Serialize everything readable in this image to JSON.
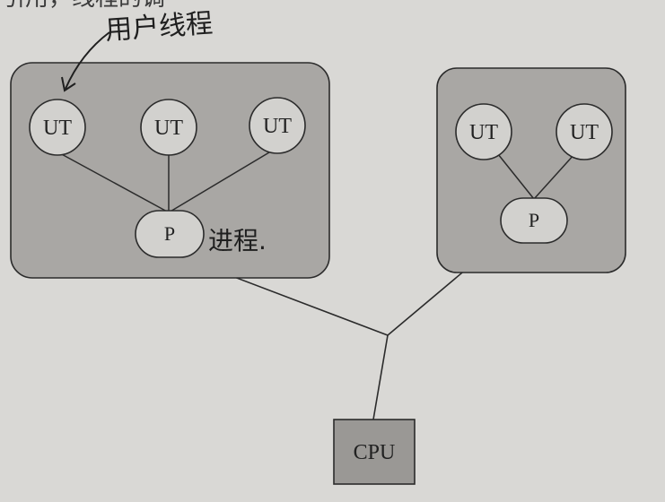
{
  "top_text": "引用，线程的调",
  "annotations": {
    "user_thread": "用户线程",
    "process": "进程."
  },
  "process_box_left": {
    "threads": [
      "UT",
      "UT",
      "UT"
    ],
    "process_label": "P"
  },
  "process_box_right": {
    "threads": [
      "UT",
      "UT"
    ],
    "process_label": "P"
  },
  "cpu_label": "CPU",
  "colors": {
    "paper": "#d9d8d5",
    "box_fill": "#a9a7a4",
    "node_fill": "#d2d1ce",
    "cpu_fill": "#9a9895",
    "ink": "#2b2b2b"
  }
}
